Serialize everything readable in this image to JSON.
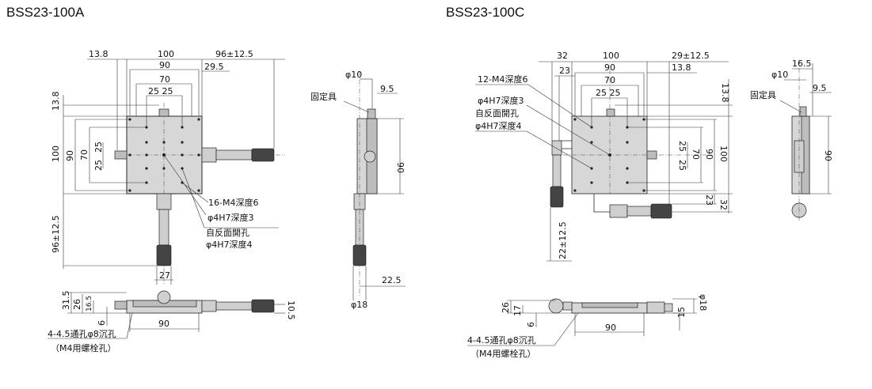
{
  "models": [
    {
      "title": "BSS23-100A",
      "dims": {
        "top_13_8": "13.8",
        "top_100": "100",
        "top_96": "96±12.5",
        "top_90": "90",
        "top_29_5": "29.5",
        "top_70": "70",
        "top_25_25": "25 25",
        "left_13_8": "13.8",
        "left_100": "100",
        "left_90": "90",
        "left_70": "70",
        "left_25a": "25",
        "left_25b": "25",
        "left_96": "96±12.5",
        "bottom_27": "27",
        "side_phi10": "φ10",
        "side_9_5": "9.5",
        "side_90": "90",
        "side_22_5": "22.5",
        "side_phi18": "φ18",
        "front_31_5": "31.5",
        "front_26": "26",
        "front_16_5": "16.5",
        "front_6": "6",
        "front_10_5": "10.5",
        "front_90": "90"
      },
      "notes": {
        "tapped": "16-M4深度6",
        "pin": "φ4H7深度3",
        "counterbore_a": "自反面開孔",
        "counterbore_b": "φ4H7深度4",
        "fixer": "固定具",
        "mount_a": "4-4.5通孔φ8沉孔",
        "mount_b": "（M4用螺栓孔）"
      }
    },
    {
      "title": "BSS23-100C",
      "dims": {
        "top_32": "32",
        "top_100": "100",
        "top_29": "29±12.5",
        "top_23": "23",
        "top_90": "90",
        "top_13_8": "13.8",
        "top_70": "70",
        "top_25_25": "25 25",
        "right_13_8": "13.8",
        "right_25a": "25",
        "right_25b": "25",
        "right_70": "70",
        "right_90": "90",
        "right_100": "100",
        "right_23": "23",
        "right_32": "32",
        "left_22": "22±12.5",
        "side_16_5": "16.5",
        "side_phi10": "φ10",
        "side_9_5": "9.5",
        "side_90": "90",
        "front_26": "26",
        "front_17": "17",
        "front_6": "6",
        "front_90": "90",
        "front_15": "15",
        "front_phi18": "φ18"
      },
      "notes": {
        "tapped": "12-M4深度6",
        "pin": "φ4H7深度3",
        "counterbore_a": "自反面開孔",
        "counterbore_b": "φ4H7深度4",
        "fixer": "固定具",
        "mount_a": "4-4.5通孔φ8沉孔",
        "mount_b": "（M4用螺栓孔）"
      }
    }
  ]
}
